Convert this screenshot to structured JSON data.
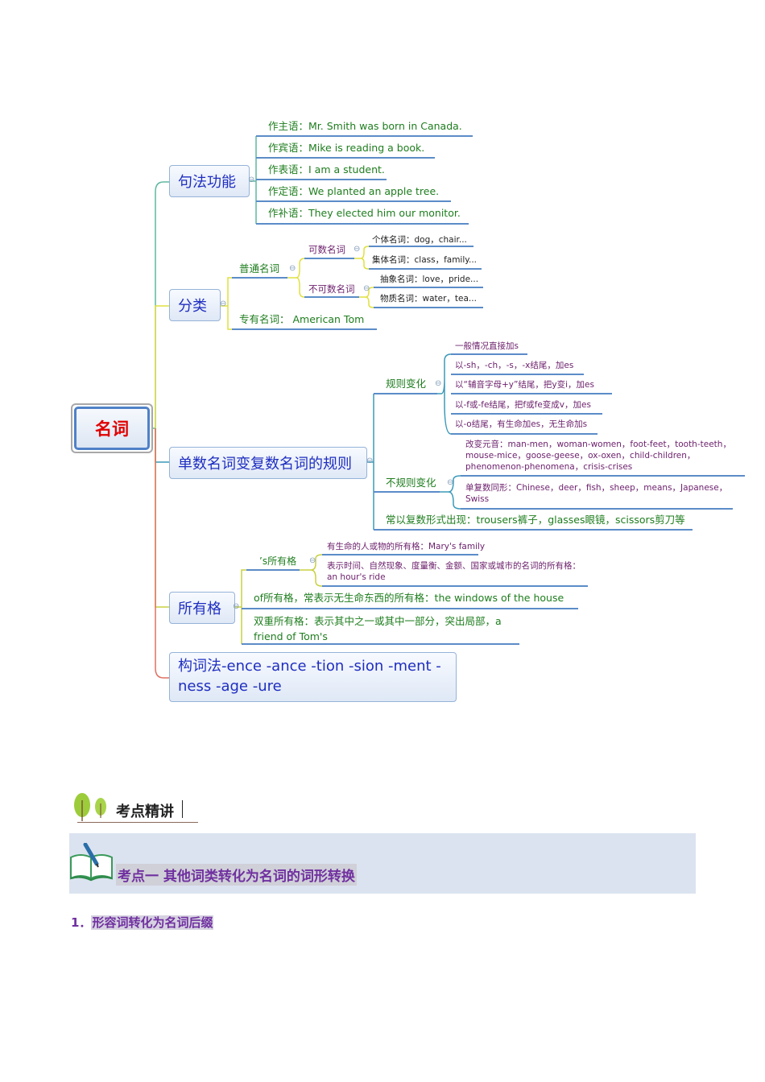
{
  "mindmap": {
    "root": {
      "label": "名词",
      "color": "#e00000"
    },
    "branches": {
      "syntax": {
        "label": "句法功能",
        "line_color": "#5fb8a0",
        "items": [
          "作主语：Mr. Smith was born in Canada.",
          "作宾语：Mike is reading a book.",
          "作表语：I am a student.",
          "作定语：We planted an apple tree.",
          "作补语：They elected him our monitor."
        ]
      },
      "classification": {
        "label": "分类",
        "line_color": "#e0e040",
        "common": {
          "label": "普通名词",
          "countable": {
            "label": "可数名词",
            "items": [
              "个体名词：dog，chair...",
              "集体名词：class，family..."
            ]
          },
          "uncountable": {
            "label": "不可数名词",
            "items": [
              "抽象名词：love，pride...",
              "物质名词：water，tea..."
            ]
          }
        },
        "proper": {
          "label": "专有名词：  American  Tom"
        }
      },
      "plural_rules": {
        "label": "单数名词变复数名词的规则",
        "line_color": "#3a9ab8",
        "regular": {
          "label": "规则变化",
          "items": [
            "一般情况直接加s",
            "以-sh，-ch，-s，-x结尾，加es",
            "以“辅音字母+y”结尾，把y变i，加es",
            "以-f或-fe结尾，把f或fe变成v，加es",
            "以-o结尾，有生命加es，无生命加s"
          ]
        },
        "irregular": {
          "label": "不规则变化",
          "items": [
            {
              "line1": "改变元音：man-men，woman-women，foot-feet，tooth-teeth，",
              "line2": "mouse-mice，goose-geese，ox-oxen，child-children，",
              "line3": "phenomenon-phenomena，crisis-crises"
            },
            {
              "line1": "单复数同形：Chinese，deer，fish，sheep，means，Japanese，",
              "line2": "Swiss"
            }
          ]
        },
        "plural_only": "常以复数形式出现：trousers裤子，glasses眼镜，scissors剪刀等"
      },
      "possessive": {
        "label": "所有格",
        "line_color": "#c8d040",
        "s_possessive": {
          "label": "’s所有格",
          "items": [
            {
              "line1": "有生命的人或物的所有格：Mary's family"
            },
            {
              "line1": "表示时间、自然现象、度量衡、金额、国家或城市的名词的所有格：",
              "line2": "an hour's ride"
            }
          ]
        },
        "of_possessive": "of所有格，常表示无生命东西的所有格：the windows of the house",
        "double_possessive": {
          "line1": "双重所有格：表示其中之一或其中一部分，突出局部，a",
          "line2": "friend of Tom's"
        }
      },
      "word_formation": {
        "label": "构词法-ence -ance -tion -sion -ment -ness -age -ure",
        "line_color": "#e07060"
      }
    },
    "collapse_symbol": "⊖"
  },
  "section": {
    "heading": "考点精讲",
    "banner_title": "考点一 其他词类转化为名词的词形转换",
    "subheading_number": "1．",
    "subheading_text": "形容词转化为名词后缀"
  },
  "colors": {
    "accent_purple": "#7030a0",
    "banner_bg": "#dbe3f0",
    "leaf_underline": "#5b8cc8"
  }
}
